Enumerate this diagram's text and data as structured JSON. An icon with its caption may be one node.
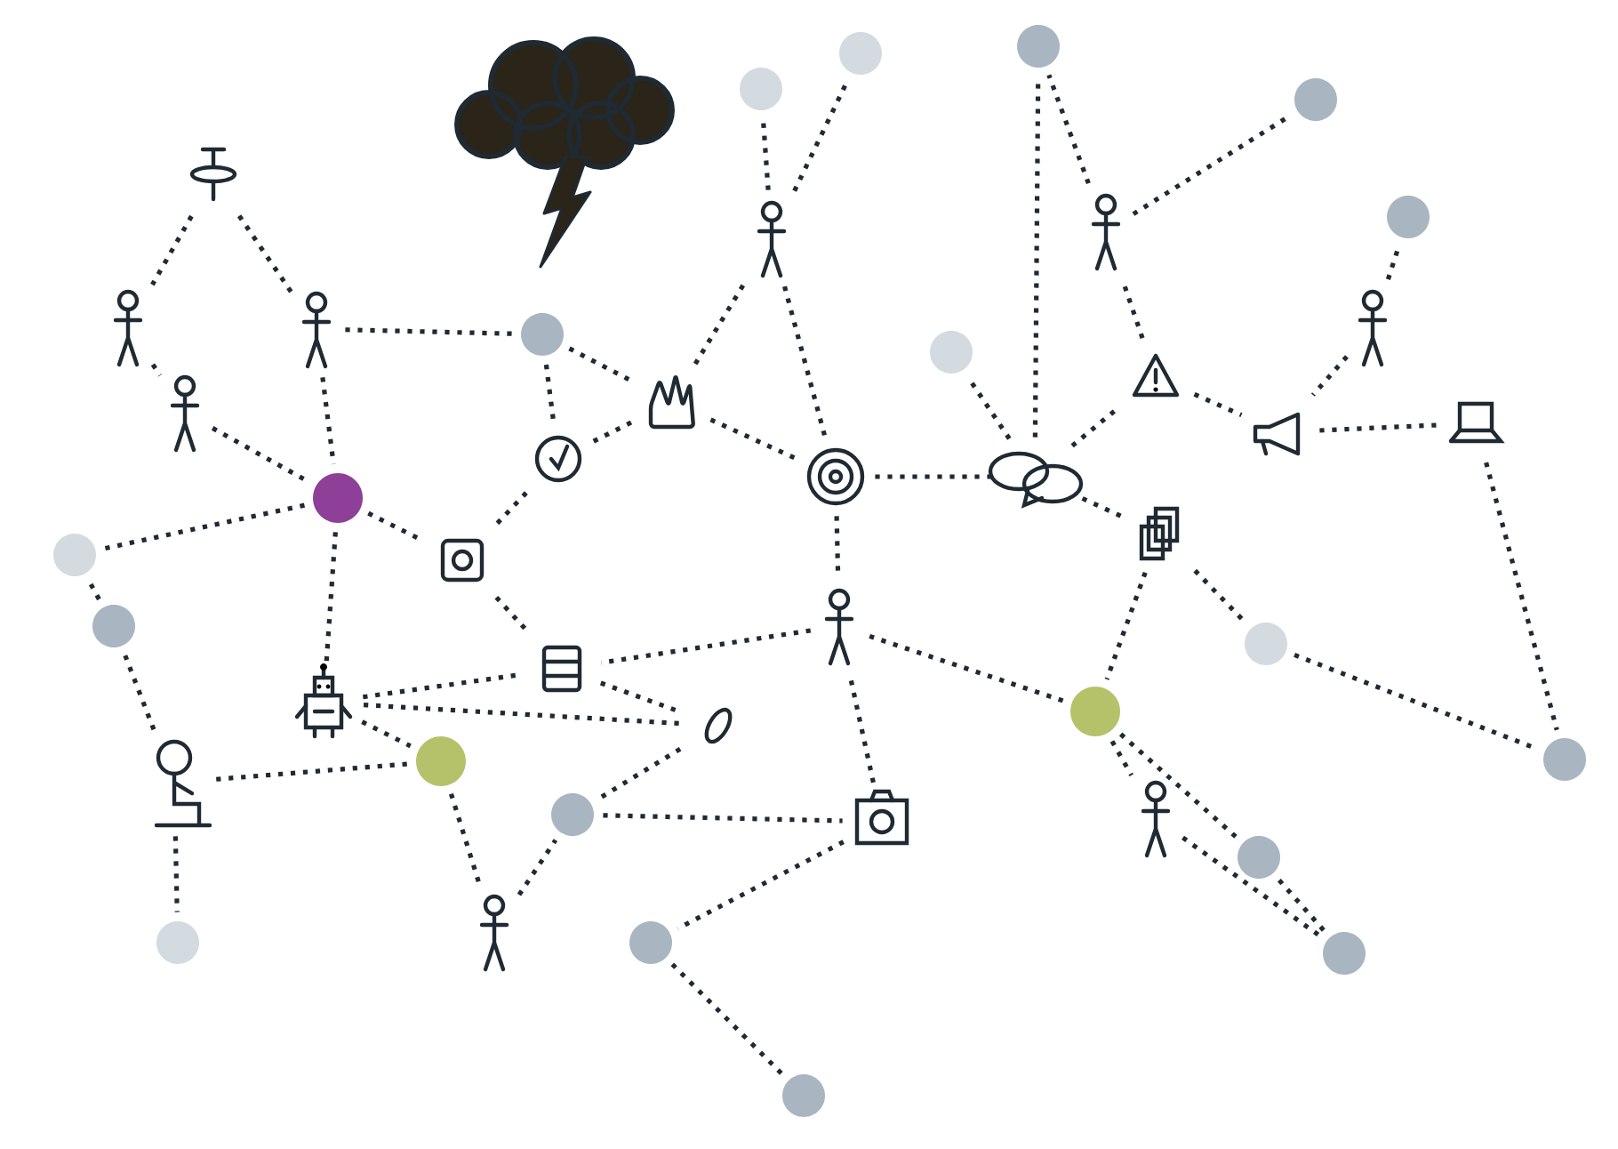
{
  "diagram": {
    "nodes": [
      {
        "text": [],
        "shape": "cloud"
      },
      {
        "text": [],
        "shape": "circle"
      },
      {
        "text": [],
        "shape": "circle"
      },
      {
        "text": [],
        "shape": "circle"
      },
      {
        "text": [],
        "shape": "circle"
      },
      {
        "text": [],
        "shape": "circle"
      },
      {
        "text": [],
        "shape": "circle"
      },
      {
        "text": [],
        "shape": "circle"
      },
      {
        "text": [],
        "shape": "circle"
      },
      {
        "text": [],
        "shape": "circle"
      },
      {
        "text": [],
        "shape": "circle"
      },
      {
        "text": [],
        "shape": "circle"
      },
      {
        "text": [],
        "shape": "circle"
      },
      {
        "text": [],
        "shape": "circle"
      },
      {
        "text": [],
        "shape": "circle"
      },
      {
        "text": [],
        "shape": "circle"
      },
      {
        "text": [],
        "shape": "circle"
      },
      {
        "text": [],
        "shape": "circle"
      },
      {
        "text": [],
        "shape": "circle"
      },
      {
        "text": [],
        "shape": "circle"
      },
      {
        "text": [],
        "shape": "circle"
      },
      {
        "text": [],
        "shape": "person"
      },
      {
        "text": [],
        "shape": "person"
      },
      {
        "text": [],
        "shape": "person"
      },
      {
        "text": [],
        "shape": "person"
      },
      {
        "text": [],
        "shape": "person"
      },
      {
        "text": [],
        "shape": "person"
      },
      {
        "text": [],
        "shape": "person"
      },
      {
        "text": [],
        "shape": "person"
      },
      {
        "text": [],
        "shape": "person"
      },
      {
        "text": [],
        "shape": "person"
      },
      {
        "text": [],
        "shape": "picture"
      },
      {
        "text": [],
        "shape": "picture"
      },
      {
        "text": [],
        "shape": "picture"
      },
      {
        "text": [],
        "shape": "picture"
      },
      {
        "text": [],
        "shape": "picture"
      },
      {
        "text": [],
        "shape": "picture"
      },
      {
        "text": [],
        "shape": "picture"
      },
      {
        "text": [],
        "shape": "picture"
      },
      {
        "text": [],
        "shape": "picture"
      },
      {
        "text": [],
        "shape": "picture"
      },
      {
        "text": [],
        "shape": "picture"
      },
      {
        "text": [],
        "shape": "picture"
      },
      {
        "text": [],
        "shape": "picture"
      },
      {
        "text": [],
        "shape": "picture"
      }
    ],
    "edges": [
      {
        "from": 31,
        "to": 21,
        "arrow": "none",
        "style": "dashed"
      },
      {
        "from": 31,
        "to": 23,
        "arrow": "none",
        "style": "dashed"
      },
      {
        "from": 21,
        "to": 22,
        "arrow": "none",
        "style": "dashed"
      },
      {
        "from": 22,
        "to": 2,
        "arrow": "none",
        "style": "dashed"
      },
      {
        "from": 23,
        "to": 2,
        "arrow": "none",
        "style": "dashed"
      },
      {
        "from": 23,
        "to": 1,
        "arrow": "none",
        "style": "dashed"
      },
      {
        "from": 1,
        "to": 33,
        "arrow": "none",
        "style": "dashed"
      },
      {
        "from": 24,
        "to": 15,
        "arrow": "none",
        "style": "dashed"
      },
      {
        "from": 1,
        "to": 32,
        "arrow": "none",
        "style": "dashed"
      },
      {
        "from": 2,
        "to": 40,
        "arrow": "none",
        "style": "dashed"
      },
      {
        "from": 2,
        "to": 13,
        "arrow": "none",
        "style": "dashed"
      },
      {
        "from": 2,
        "to": 42,
        "arrow": "none",
        "style": "dashed"
      },
      {
        "from": 40,
        "to": 41,
        "arrow": "none",
        "style": "dashed"
      },
      {
        "from": 40,
        "to": 32,
        "arrow": "none",
        "style": "dashed"
      },
      {
        "from": 32,
        "to": 33,
        "arrow": "none",
        "style": "dashed"
      },
      {
        "from": 33,
        "to": 34,
        "arrow": "none",
        "style": "dashed"
      },
      {
        "from": 33,
        "to": 24,
        "arrow": "none",
        "style": "dashed"
      },
      {
        "from": 24,
        "to": 16,
        "arrow": "none",
        "style": "dashed"
      },
      {
        "from": 24,
        "to": 34,
        "arrow": "none",
        "style": "dashed"
      },
      {
        "from": 34,
        "to": 35,
        "arrow": "none",
        "style": "dashed"
      },
      {
        "from": 34,
        "to": 26,
        "arrow": "none",
        "style": "dashed"
      },
      {
        "from": 35,
        "to": 20,
        "arrow": "none",
        "style": "dashed"
      },
      {
        "from": 35,
        "to": 17,
        "arrow": "none",
        "style": "dashed"
      },
      {
        "from": 35,
        "to": 36,
        "arrow": "none",
        "style": "dashed"
      },
      {
        "from": 36,
        "to": 25,
        "arrow": "none",
        "style": "dashed"
      },
      {
        "from": 25,
        "to": 18,
        "arrow": "none",
        "style": "dashed"
      },
      {
        "from": 25,
        "to": 17,
        "arrow": "none",
        "style": "dashed"
      },
      {
        "from": 36,
        "to": 37,
        "arrow": "none",
        "style": "dashed"
      },
      {
        "from": 37,
        "to": 38,
        "arrow": "none",
        "style": "dashed"
      },
      {
        "from": 30,
        "to": 19,
        "arrow": "none",
        "style": "dashed"
      },
      {
        "from": 30,
        "to": 37,
        "arrow": "none",
        "style": "dashed"
      },
      {
        "from": 38,
        "to": 11,
        "arrow": "none",
        "style": "dashed"
      },
      {
        "from": 39,
        "to": 4,
        "arrow": "none",
        "style": "dashed"
      },
      {
        "from": 39,
        "to": 35,
        "arrow": "none",
        "style": "dashed"
      },
      {
        "from": 39,
        "to": 5,
        "arrow": "none",
        "style": "dashed"
      },
      {
        "from": 4,
        "to": 26,
        "arrow": "none",
        "style": "dashed"
      },
      {
        "from": 4,
        "to": 28,
        "arrow": "none",
        "style": "dashed"
      },
      {
        "from": 4,
        "to": 9,
        "arrow": "none",
        "style": "dashed"
      },
      {
        "from": 26,
        "to": 41,
        "arrow": "none",
        "style": "dashed"
      },
      {
        "from": 41,
        "to": 43,
        "arrow": "none",
        "style": "dashed"
      },
      {
        "from": 43,
        "to": 42,
        "arrow": "none",
        "style": "dashed"
      },
      {
        "from": 43,
        "to": 6,
        "arrow": "none",
        "style": "dashed"
      },
      {
        "from": 42,
        "to": 3,
        "arrow": "none",
        "style": "dashed"
      },
      {
        "from": 3,
        "to": 29,
        "arrow": "none",
        "style": "dashed"
      },
      {
        "from": 29,
        "to": 14,
        "arrow": "none",
        "style": "dashed"
      },
      {
        "from": 14,
        "to": 13,
        "arrow": "none",
        "style": "dashed"
      },
      {
        "from": 29,
        "to": 12,
        "arrow": "none",
        "style": "dashed"
      },
      {
        "from": 3,
        "to": 27,
        "arrow": "none",
        "style": "dashed"
      },
      {
        "from": 27,
        "to": 6,
        "arrow": "none",
        "style": "dashed"
      },
      {
        "from": 6,
        "to": 44,
        "arrow": "none",
        "style": "dashed"
      },
      {
        "from": 44,
        "to": 26,
        "arrow": "none",
        "style": "dashed"
      },
      {
        "from": 44,
        "to": 7,
        "arrow": "none",
        "style": "dashed"
      },
      {
        "from": 7,
        "to": 8,
        "arrow": "none",
        "style": "dashed"
      },
      {
        "from": 28,
        "to": 10,
        "arrow": "none",
        "style": "dashed"
      },
      {
        "from": 5,
        "to": 11,
        "arrow": "none",
        "style": "dashed"
      },
      {
        "from": 9,
        "to": 10,
        "arrow": "none",
        "style": "dashed"
      },
      {
        "from": 42,
        "to": 41,
        "arrow": "none",
        "style": "dashed"
      }
    ]
  }
}
